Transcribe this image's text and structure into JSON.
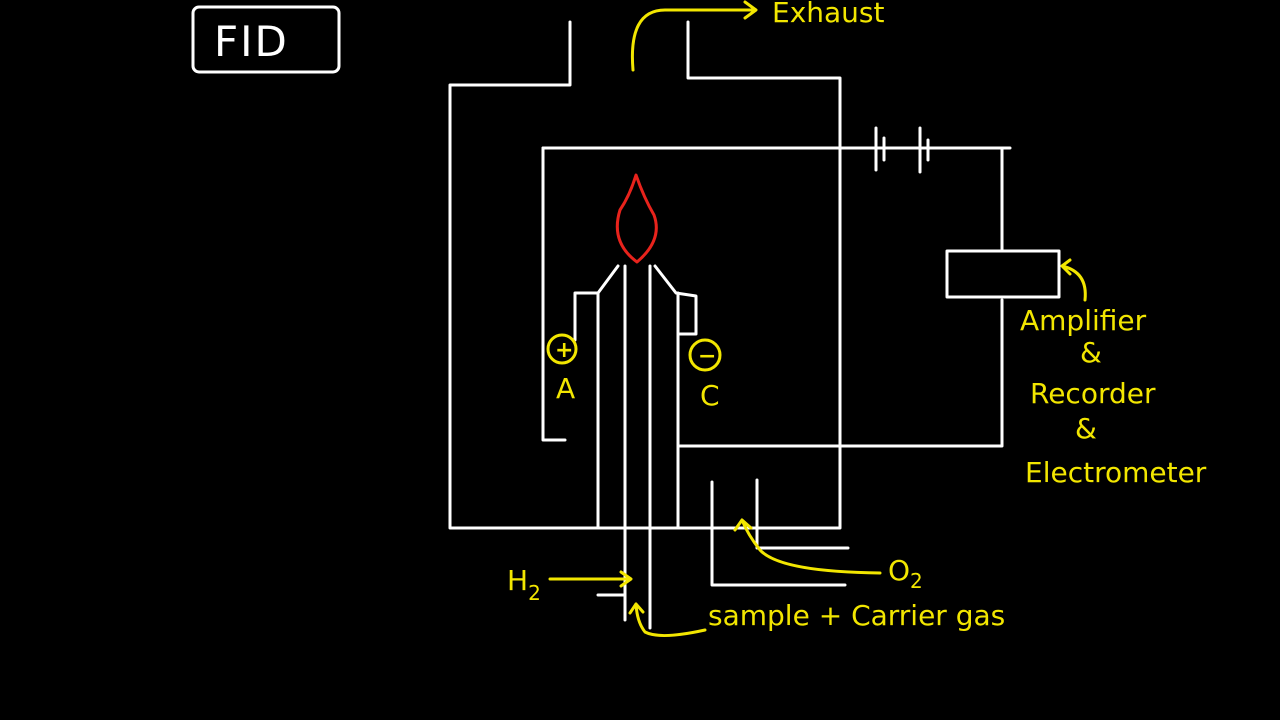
{
  "title": "FID",
  "labels": {
    "exhaust": "Exhaust",
    "anode_sign": "+",
    "anode": "A",
    "cathode_sign": "−",
    "cathode": "C",
    "amplifier": "Amplifier",
    "and1": "&",
    "recorder": "Recorder",
    "and2": "&",
    "electrometer": "Electrometer",
    "h2": "H",
    "h2_sub": "2",
    "o2": "O",
    "o2_sub": "2",
    "sample": "sample + Carrier gas"
  },
  "colors": {
    "background": "#000000",
    "line": "#ffffff",
    "annotation": "#f2e600",
    "flame": "#e8231c"
  }
}
